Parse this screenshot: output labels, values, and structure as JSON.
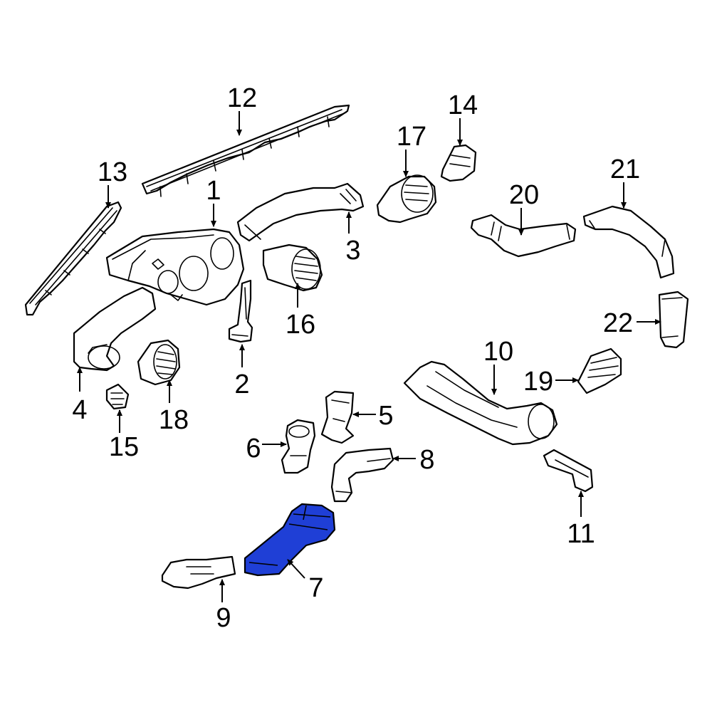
{
  "highlight_color": "#1f3fd6",
  "highlighted_part": "7",
  "callouts": [
    "1",
    "2",
    "3",
    "4",
    "5",
    "6",
    "7",
    "8",
    "9",
    "10",
    "11",
    "12",
    "13",
    "14",
    "15",
    "16",
    "17",
    "18",
    "19",
    "20",
    "21",
    "22"
  ]
}
